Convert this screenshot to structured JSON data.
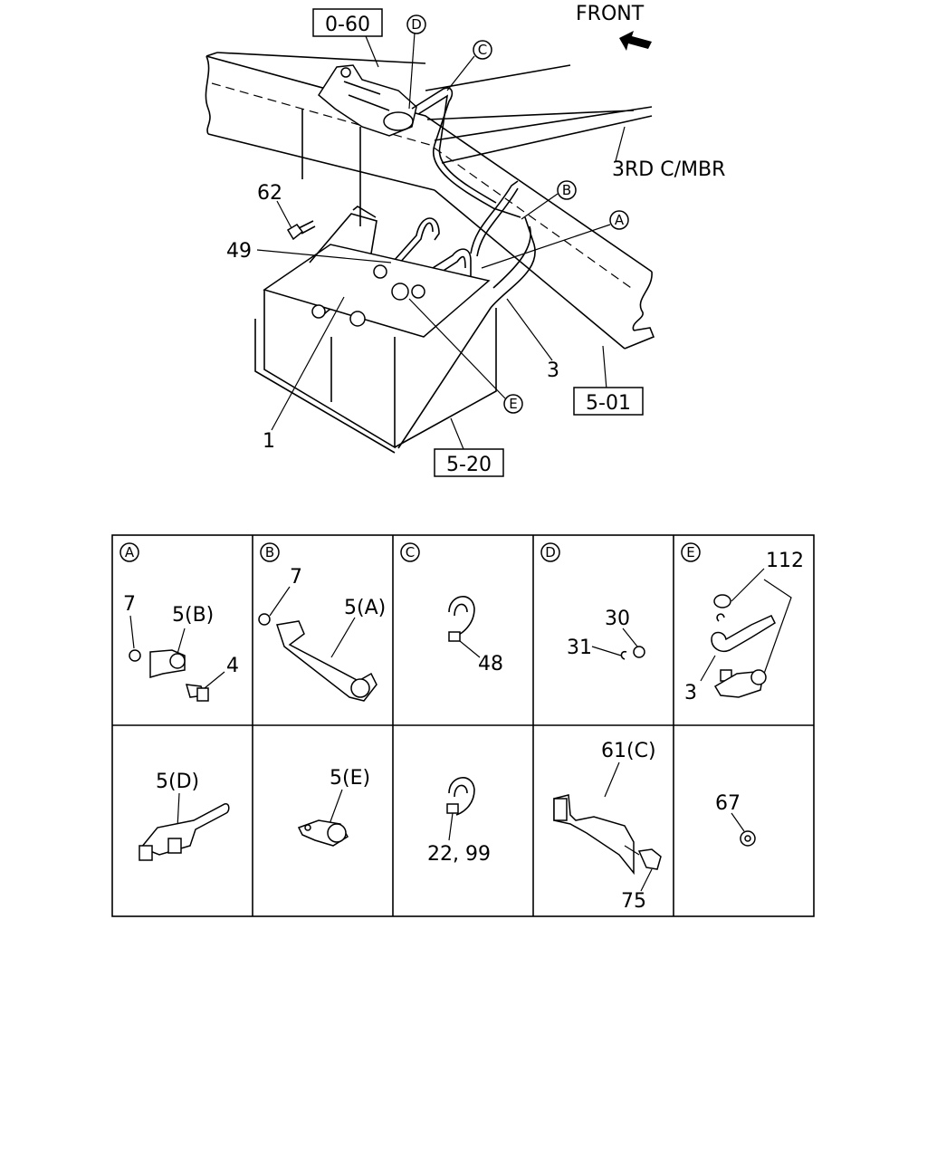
{
  "main_diagram": {
    "front_label": "FRONT",
    "ref_boxes": [
      "0-60",
      "5-01",
      "5-20"
    ],
    "member_label": "3RD C/MBR",
    "part_labels": [
      "62",
      "49",
      "1",
      "3"
    ],
    "callouts": [
      "A",
      "B",
      "C",
      "D",
      "E"
    ]
  },
  "detail_grid": {
    "cells": [
      {
        "header": "A",
        "labels": [
          "7",
          "5(B)",
          "4"
        ]
      },
      {
        "header": "B",
        "labels": [
          "7",
          "5(A)"
        ]
      },
      {
        "header": "C",
        "labels": [
          "48"
        ]
      },
      {
        "header": "D",
        "labels": [
          "30",
          "31"
        ]
      },
      {
        "header": "E",
        "labels": [
          "112",
          "3"
        ]
      },
      {
        "header": "",
        "labels": [
          "5(D)"
        ]
      },
      {
        "header": "",
        "labels": [
          "5(E)"
        ]
      },
      {
        "header": "",
        "labels": [
          "22, 99"
        ]
      },
      {
        "header": "",
        "labels": [
          "61(C)",
          "75"
        ]
      },
      {
        "header": "",
        "labels": [
          "67"
        ]
      }
    ]
  }
}
